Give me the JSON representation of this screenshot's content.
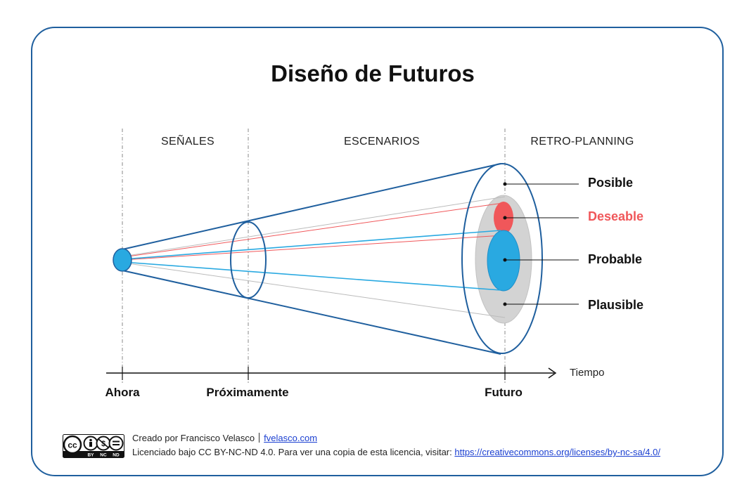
{
  "title": "Diseño de Futuros",
  "phases": [
    "SEÑALES",
    "ESCENARIOS",
    "RETRO-PLANNING"
  ],
  "futures": [
    {
      "label": "Posible",
      "color": "#111111"
    },
    {
      "label": "Deseable",
      "color": "#f0575a"
    },
    {
      "label": "Probable",
      "color": "#111111"
    },
    {
      "label": "Plausible",
      "color": "#111111"
    }
  ],
  "timeline": {
    "points": [
      "Ahora",
      "Próximamente",
      "Futuro"
    ],
    "unit": "Tiempo"
  },
  "colors": {
    "frame": "#1f5f9e",
    "blue": "#29a9e1",
    "red": "#f0575a",
    "gray": "#d3d3d3"
  },
  "footer": {
    "created_by": "Creado por Francisco Velasco",
    "site": "fvelasco.com",
    "license_text": "Licenciado bajo CC BY-NC-ND 4.0. Para ver una copia de esta licencia, visitar:",
    "license_url": "https://creativecommons.org/licenses/by-nc-sa/4.0/",
    "badge": {
      "cc": "cc",
      "by": "BY",
      "nc": "NC",
      "nd": "ND"
    }
  }
}
